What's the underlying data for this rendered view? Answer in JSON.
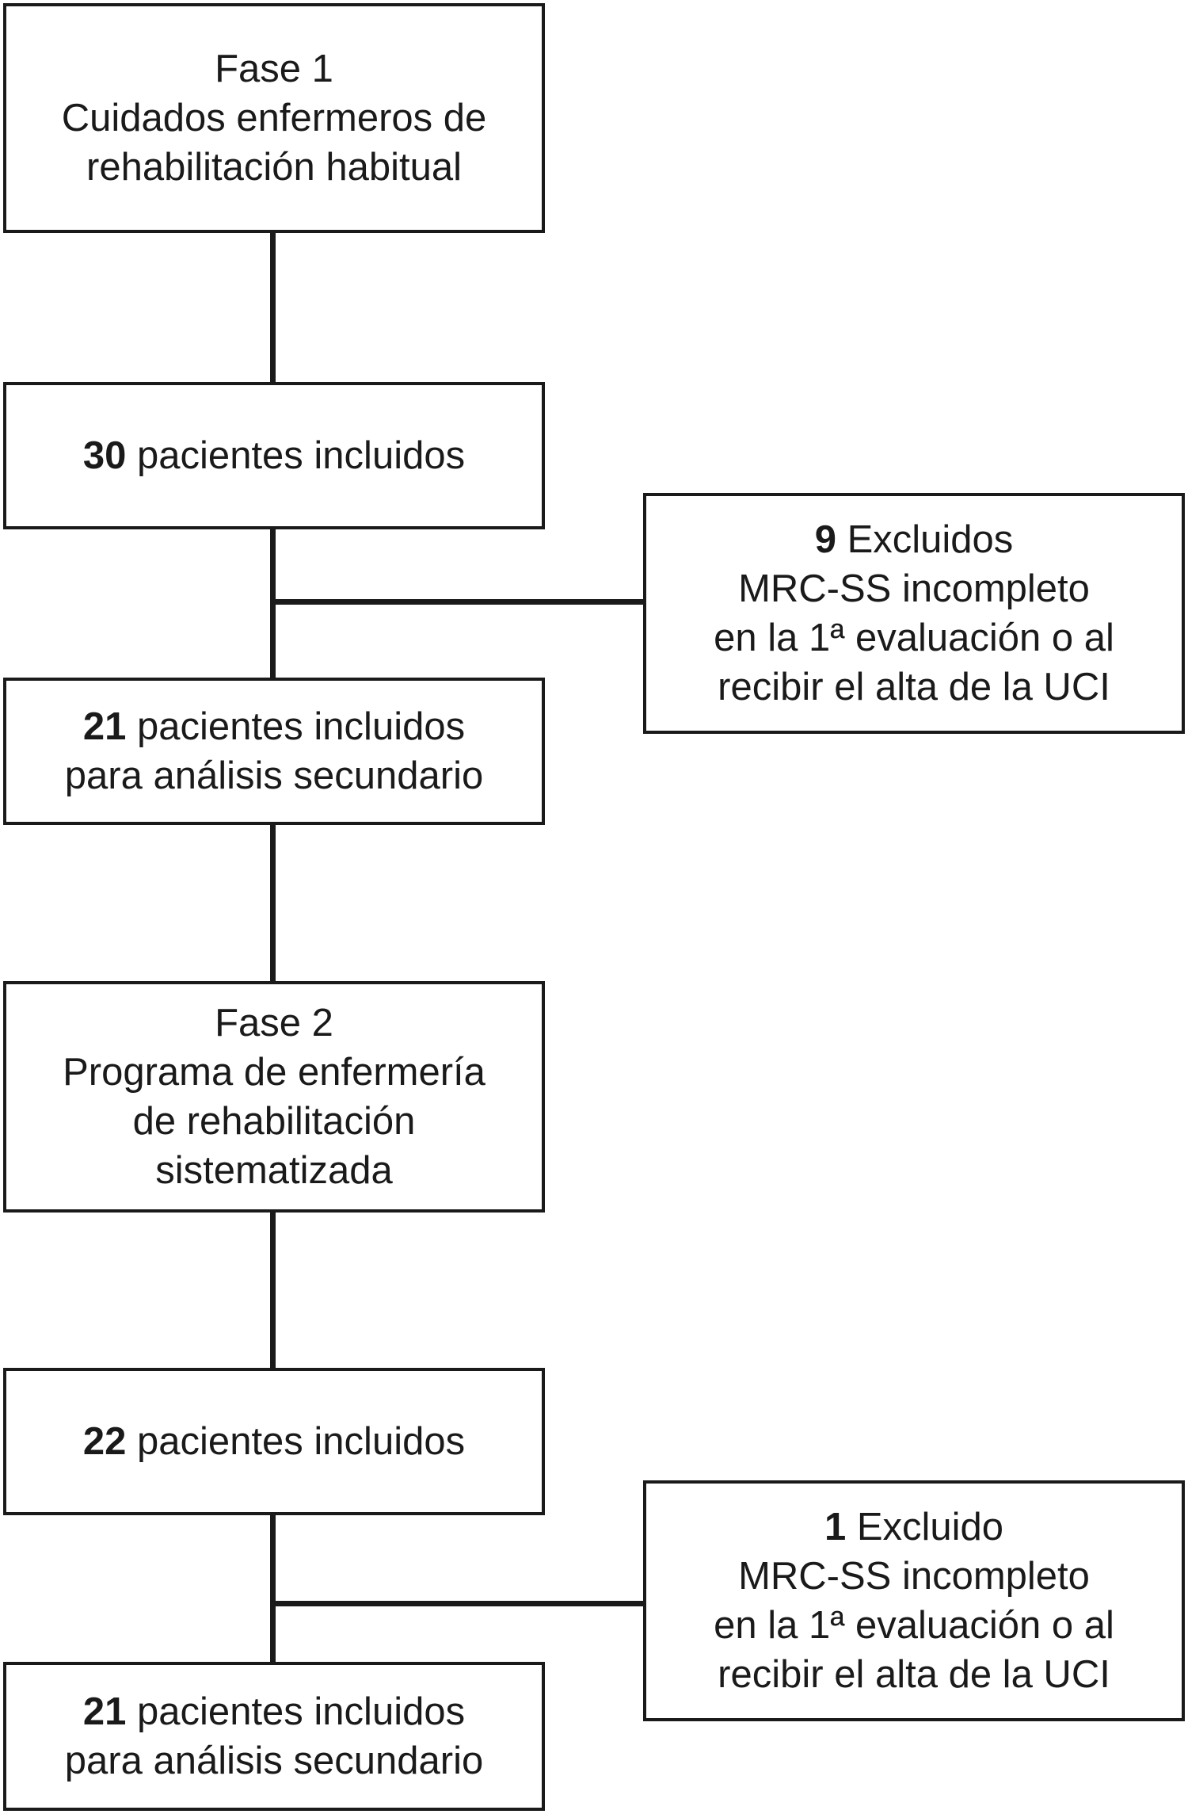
{
  "phase1": {
    "header": {
      "title": "Fase 1",
      "line2": "Cuidados enfermeros de",
      "line3": "rehabilitación habitual"
    },
    "included": {
      "count": "30",
      "text": "pacientes incluidos"
    },
    "secondary": {
      "count": "21",
      "text": "pacientes incluidos",
      "line2": "para análisis secundario"
    },
    "excluded": {
      "count": "9",
      "label": "Excluidos",
      "line2": "MRC-SS incompleto",
      "line3": "en la 1ª evaluación o al",
      "line4": "recibir el alta de la UCI"
    }
  },
  "phase2": {
    "header": {
      "title": "Fase 2",
      "line2": "Programa de enfermería",
      "line3": "de rehabilitación",
      "line4": "sistematizada"
    },
    "included": {
      "count": "22",
      "text": "pacientes incluidos"
    },
    "secondary": {
      "count": "21",
      "text": "pacientes incluidos",
      "line2": "para análisis secundario"
    },
    "excluded": {
      "count": "1",
      "label": "Excluido",
      "line2": "MRC-SS incompleto",
      "line3": "en la 1ª evaluación o al",
      "line4": "recibir el alta de la UCI"
    }
  }
}
